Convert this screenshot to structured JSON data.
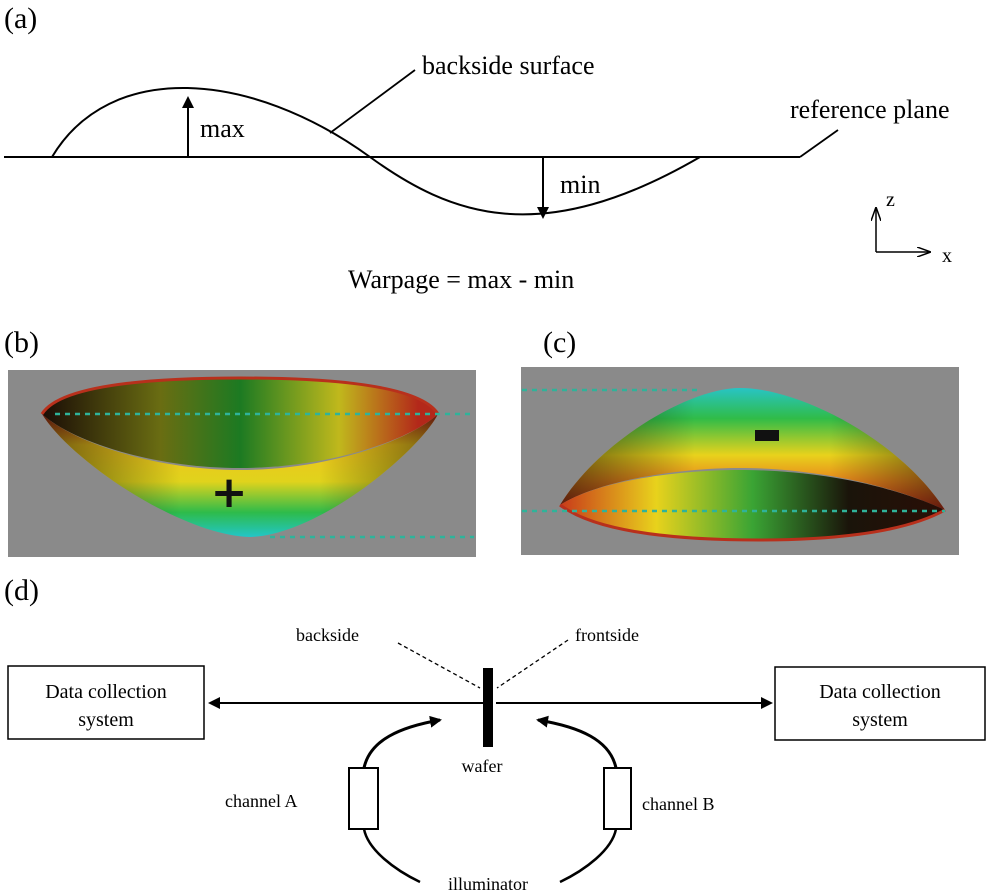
{
  "panel_a": {
    "label": "(a)",
    "backside_surface": "backside surface",
    "reference_plane": "reference plane",
    "max": "max",
    "min": "min",
    "axis_z": "z",
    "axis_x": "x",
    "formula": "Warpage = max - min"
  },
  "panel_b": {
    "label": "(b)",
    "sign": "+"
  },
  "panel_c": {
    "label": "(c)",
    "sign": "-"
  },
  "panel_d": {
    "label": "(d)",
    "backside": "backside",
    "frontside": "frontside",
    "left_box": {
      "line1": "Data collection",
      "line2": "system"
    },
    "right_box": {
      "line1": "Data collection",
      "line2": "system"
    },
    "wafer": "wafer",
    "channel_a": "channel A",
    "channel_b": "channel B",
    "illuminator": "illuminator"
  },
  "colors": {
    "background_gray": "#8a8a8a",
    "dashed_cyan": "#2fb39a"
  }
}
